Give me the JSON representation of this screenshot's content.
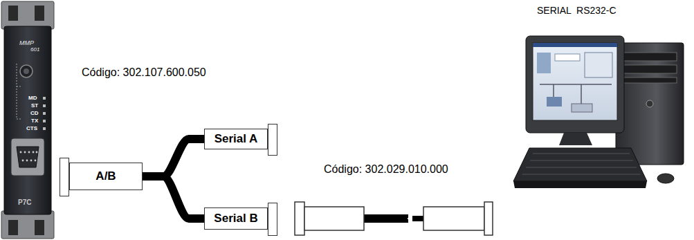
{
  "diagram": {
    "nodes": [
      {
        "text": [
          "A/B"
        ]
      },
      {
        "text": [
          "Serial A"
        ]
      },
      {
        "text": [
          "Serial B"
        ]
      }
    ],
    "edges": [
      {
        "from": 0,
        "to": 1,
        "arrow": "none"
      },
      {
        "from": 0,
        "to": 2,
        "arrow": "none"
      }
    ],
    "labels": [
      "Código: 302.107.600.050",
      "Código: 302.029.010.000",
      "SERIAL  RS232-C",
      "MMP",
      "601",
      "MD",
      "ST",
      "CD",
      "TX",
      "CTS",
      "P7C"
    ]
  }
}
